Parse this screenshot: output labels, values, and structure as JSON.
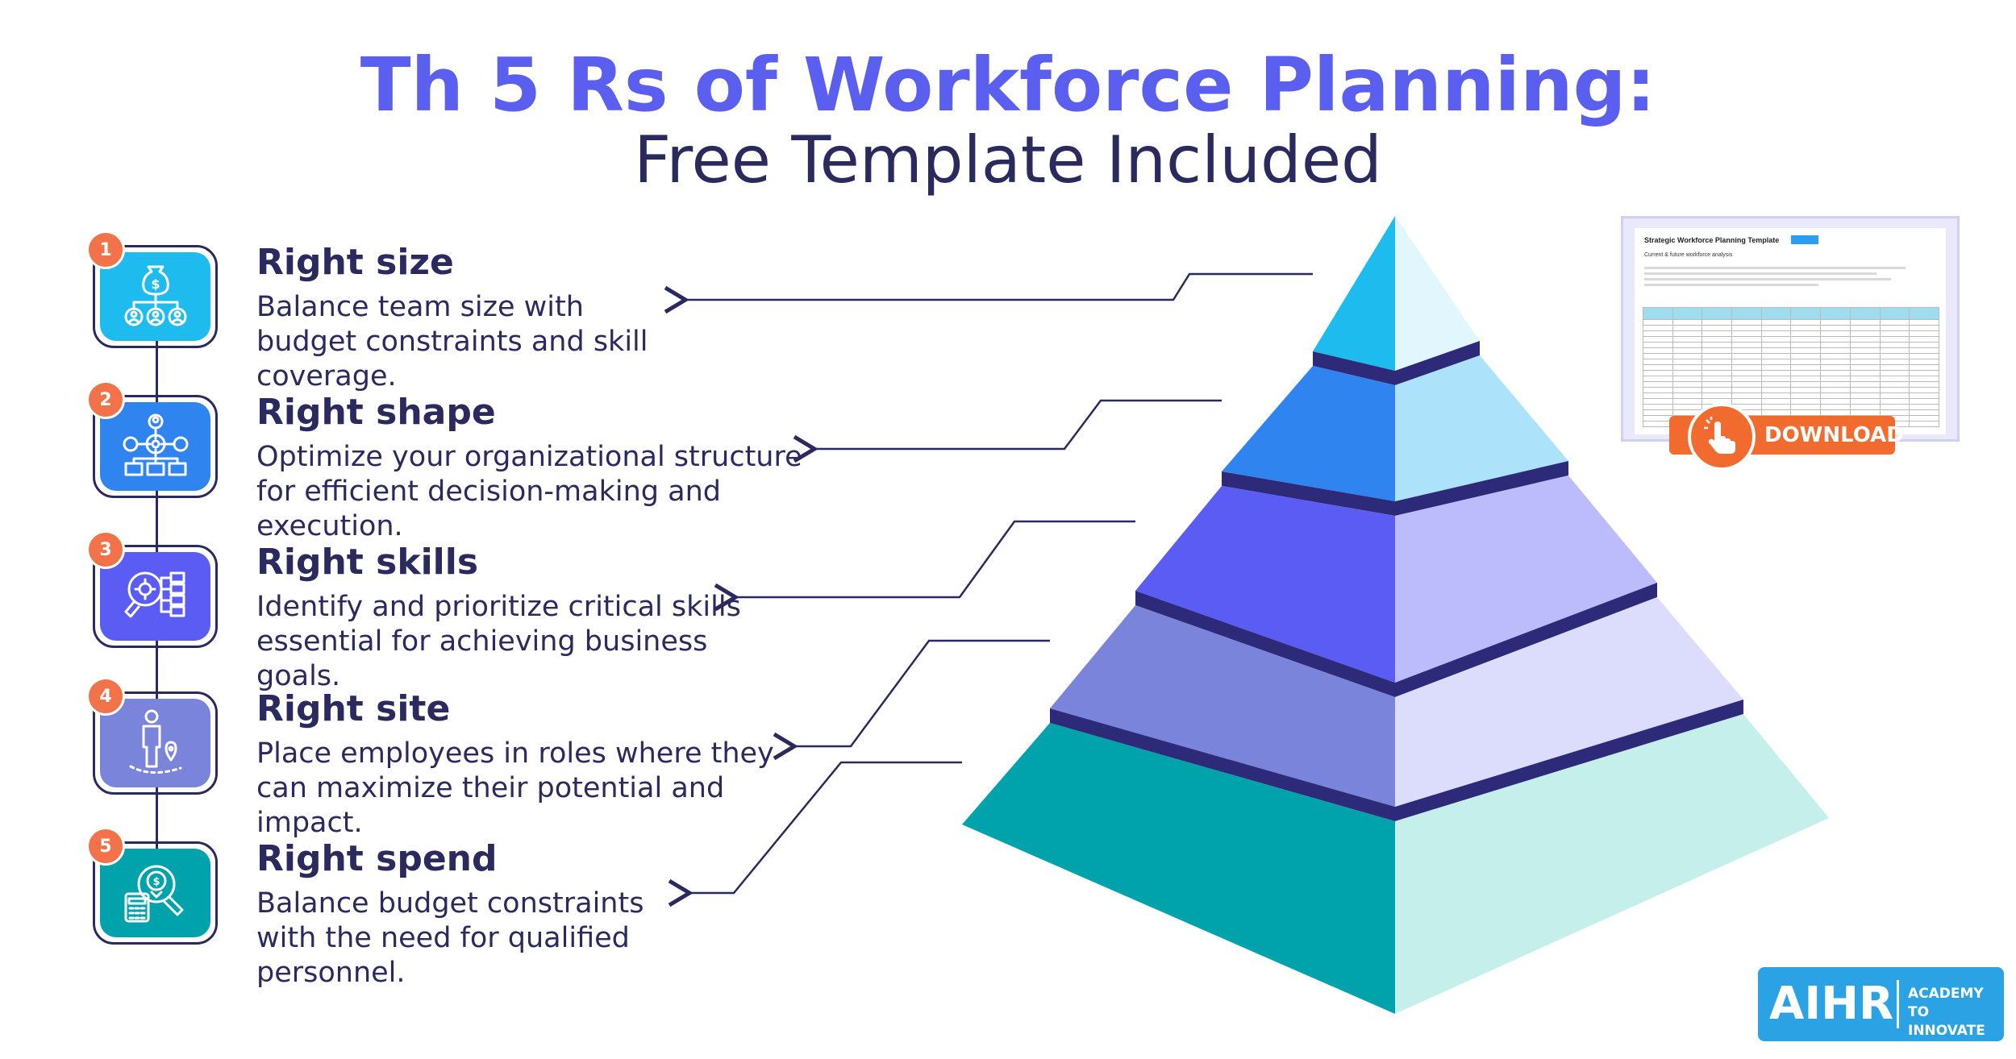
{
  "header": {
    "title": "Th 5 Rs of Workforce Planning:",
    "subtitle": "Free Template Included"
  },
  "steps": [
    {
      "number": "1",
      "title": "Right size",
      "description": "Balance team size with budget constraints and skill coverage.",
      "icon": "budget-hierarchy-icon",
      "color": "#1ebbee"
    },
    {
      "number": "2",
      "title": "Right shape",
      "description": "Optimize your organizational structure for efficient decision-making and execution.",
      "icon": "org-structure-icon",
      "color": "#2f84f0"
    },
    {
      "number": "3",
      "title": "Right skills",
      "description": "Identify and prioritize critical skills essential for achieving business goals.",
      "icon": "skills-analysis-icon",
      "color": "#5b5cf4"
    },
    {
      "number": "4",
      "title": "Right site",
      "description": "Place employees in roles where they can maximize their potential and impact.",
      "icon": "person-location-icon",
      "color": "#7b84db"
    },
    {
      "number": "5",
      "title": "Right spend",
      "description": "Balance budget constraints with the need for qualified personnel.",
      "icon": "spend-calculator-icon",
      "color": "#00a2ac"
    }
  ],
  "pyramid": {
    "tiers": [
      {
        "left": "#1ebbee",
        "right": "#e2f7fd"
      },
      {
        "left": "#2f84f0",
        "right": "#ace3fb"
      },
      {
        "left": "#5b5cf4",
        "right": "#bcbcfc"
      },
      {
        "left": "#7b84db",
        "right": "#dcdcfc"
      },
      {
        "left": "#00a2ac",
        "right": "#c4efeb"
      }
    ],
    "separator_color": "#2e2a7a"
  },
  "template_card": {
    "sheet_title": "Strategic Workforce Planning Template",
    "sheet_subtitle": "Current & future workforce analysis",
    "download_label": "DOWNLOAD",
    "download_icon": "hand-pointer-icon"
  },
  "brand": {
    "mark": "AIHR",
    "tagline": "ACADEMY TO INNOVATE HR",
    "color": "#2aa2e4"
  }
}
